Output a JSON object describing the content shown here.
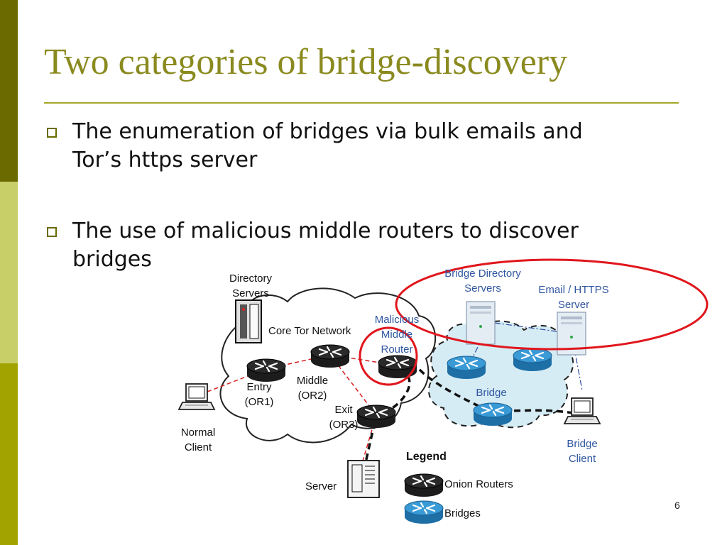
{
  "slide": {
    "title": "Two categories of bridge-discovery",
    "bullets": [
      {
        "line1": "The enumeration of bridges via bulk emails and",
        "line2": "Tor’s https server"
      },
      {
        "line1": "The use of malicious middle routers to discover",
        "line2": "bridges"
      }
    ],
    "page_number": "6"
  },
  "diagram": {
    "labels": {
      "directory_servers": [
        "Directory",
        "Servers"
      ],
      "core_tor_network": "Core Tor Network",
      "malicious_middle_router": [
        "Malicious",
        "Middle",
        "Router"
      ],
      "entry": [
        "Entry",
        "(OR1)"
      ],
      "middle": [
        "Middle",
        "(OR2)"
      ],
      "exit": [
        "Exit",
        "(OR3)"
      ],
      "normal_client": [
        "Normal",
        "Client"
      ],
      "server": "Server",
      "bridge_directory_servers": [
        "Bridge Directory",
        "Servers"
      ],
      "email_https_server": [
        "Email / HTTPS",
        "Server"
      ],
      "bridge": "Bridge",
      "bridge_client": [
        "Bridge",
        "Client"
      ]
    },
    "legend": {
      "title": "Legend",
      "onion_routers": "Onion Routers",
      "bridges": "Bridges"
    },
    "colors": {
      "highlight_red": "#e0161c",
      "blue_text": "#2f56a0",
      "bridge_cloud": "#d6ecf5",
      "bridge_router": "#2a86c6",
      "onion_router": "#111111"
    }
  }
}
